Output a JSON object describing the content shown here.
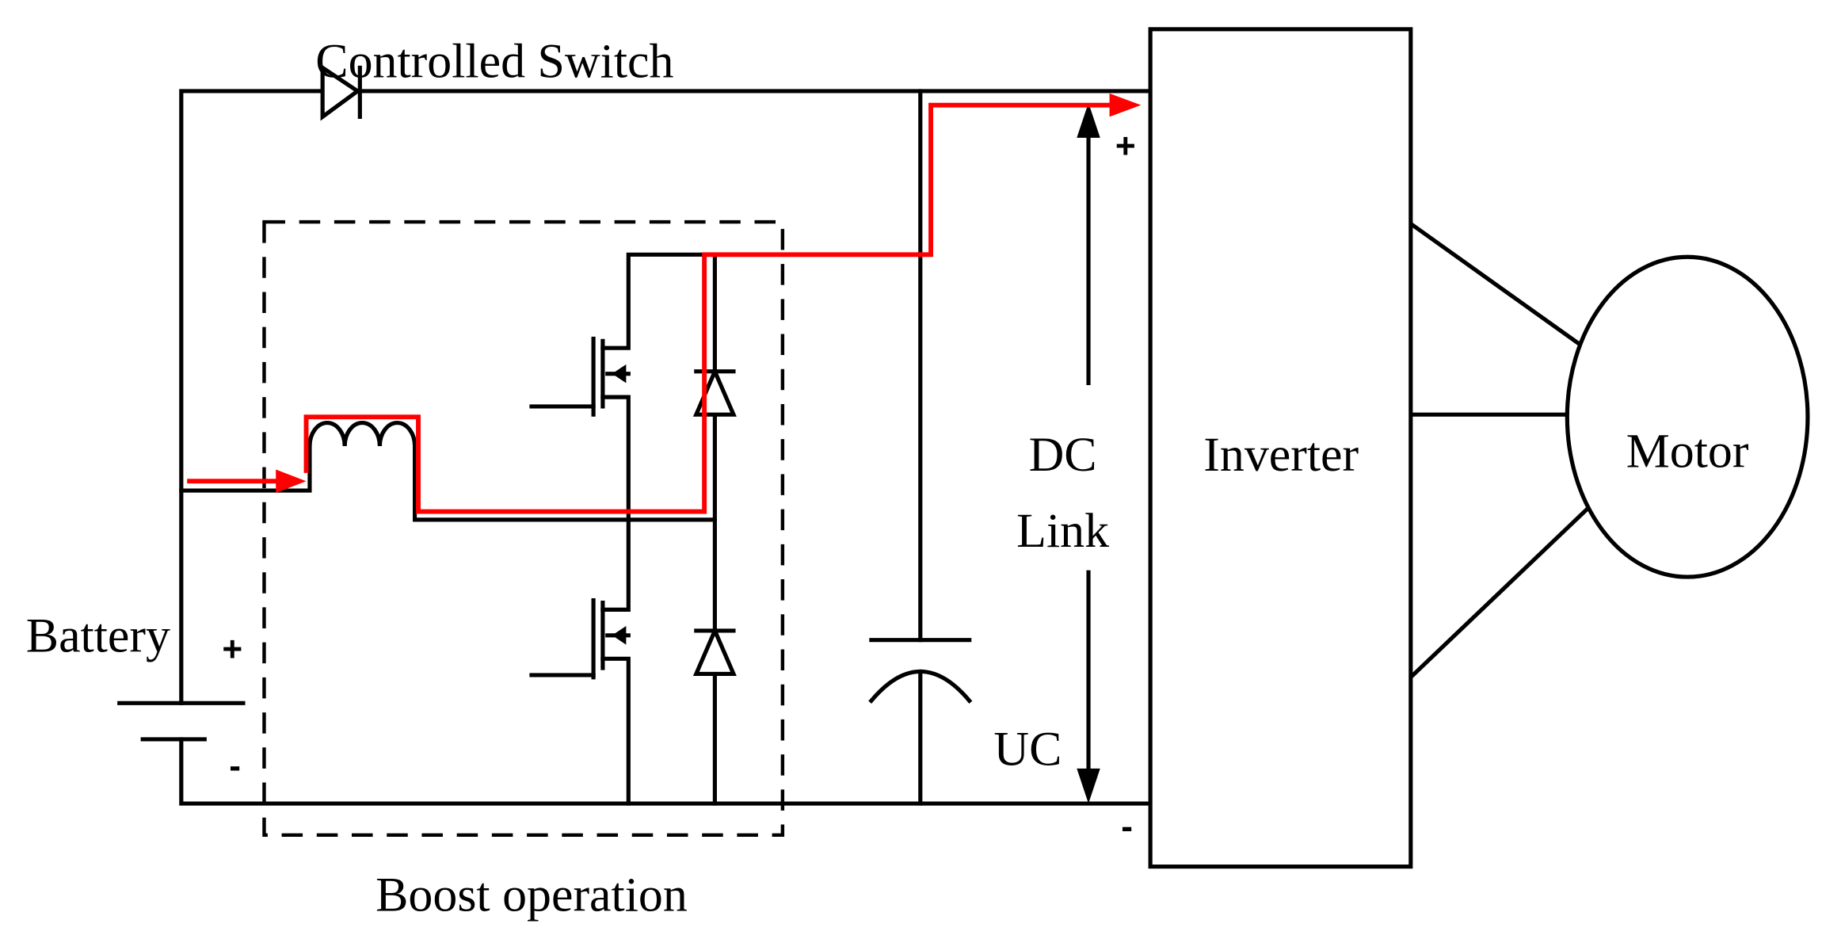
{
  "labels": {
    "controlled_switch": "Controlled Switch",
    "battery": "Battery",
    "battery_plus": "+",
    "battery_minus": "-",
    "boost_operation": "Boost operation",
    "dc_link_line1": "DC",
    "dc_link_line2": "Link",
    "uc": "UC",
    "dc_plus": "+",
    "dc_minus": "-",
    "inverter": "Inverter",
    "motor": "Motor"
  },
  "colors": {
    "current_path": "#ff0000",
    "wire": "#000000"
  }
}
